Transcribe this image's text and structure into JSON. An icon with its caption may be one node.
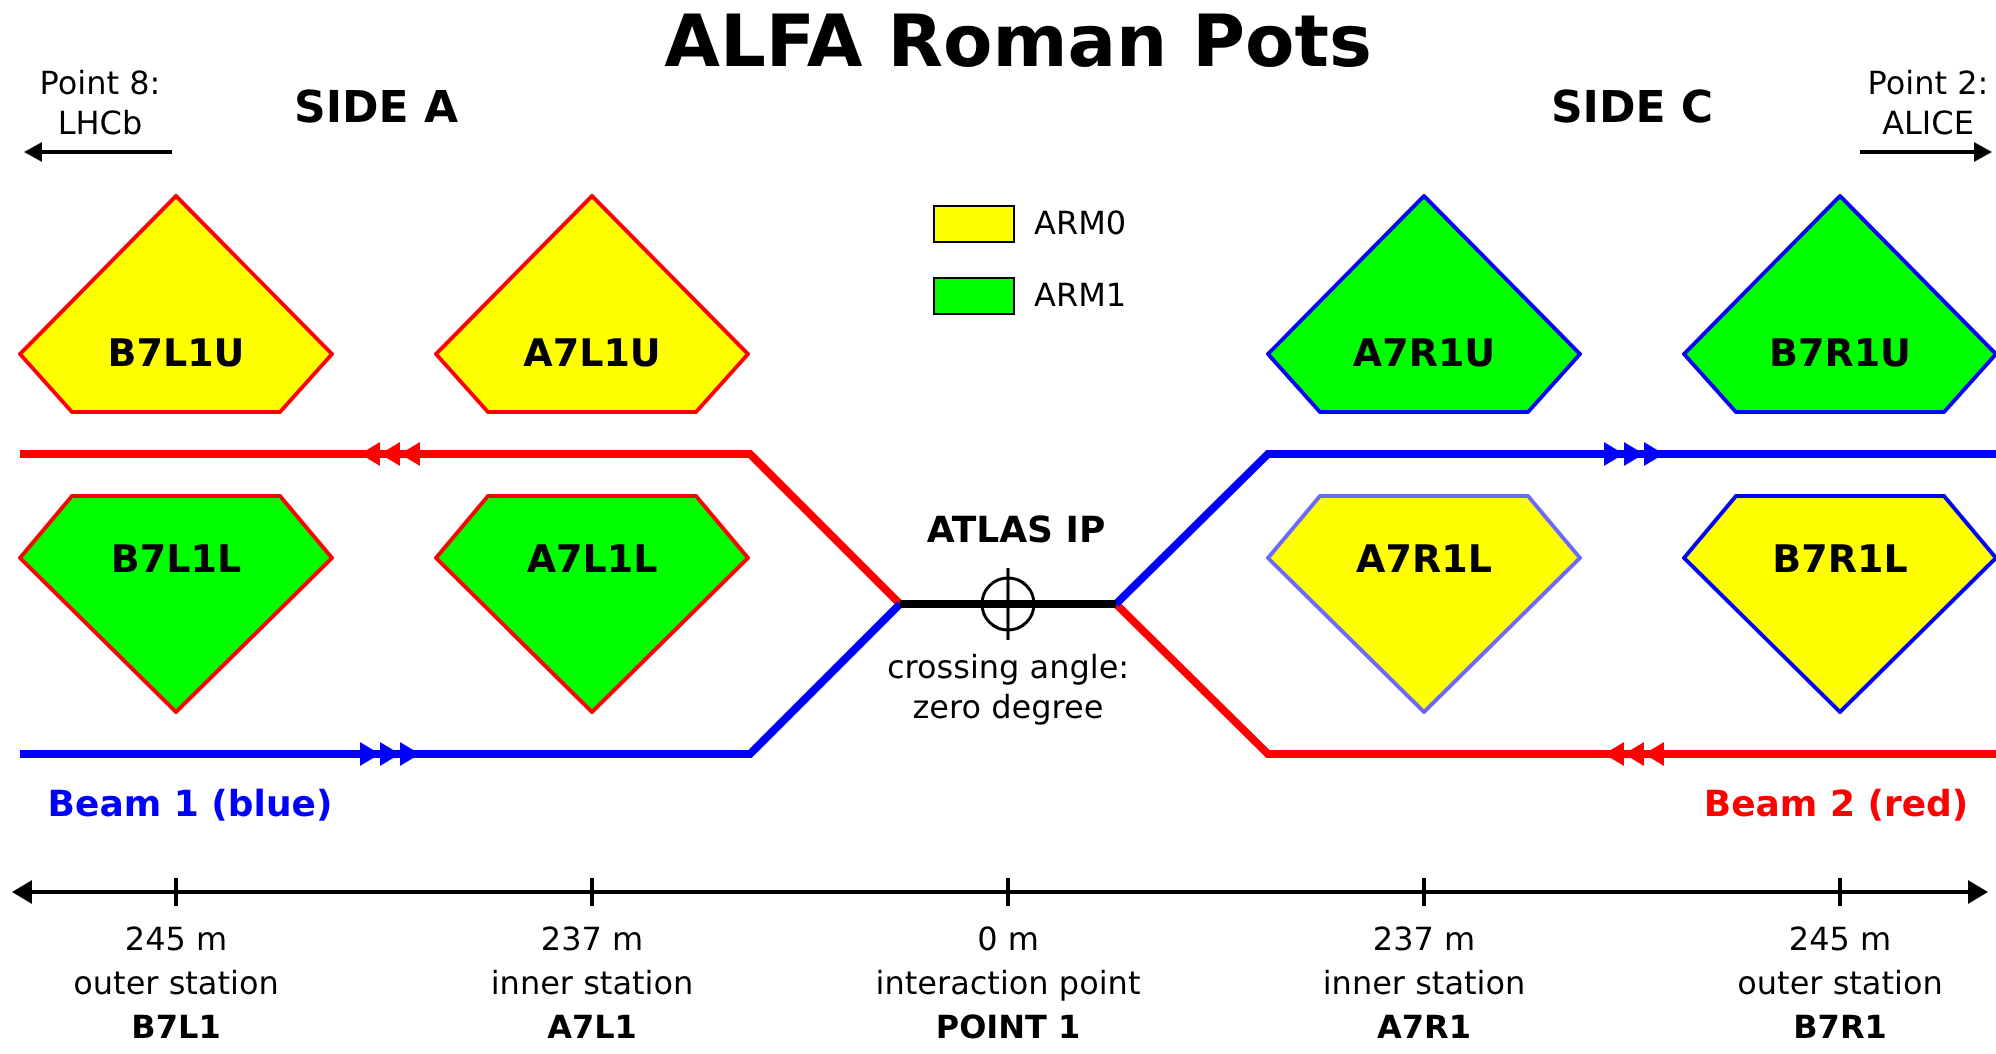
{
  "diagram": {
    "title": "ALFA Roman Pots",
    "nodes": [
      {
        "text": [
          "B7L1U"
        ]
      },
      {
        "text": [
          "A7L1U"
        ]
      },
      {
        "text": [
          "A7R1U"
        ]
      },
      {
        "text": [
          "B7R1U"
        ]
      },
      {
        "text": [
          "B7L1L"
        ]
      },
      {
        "text": [
          "A7L1L"
        ]
      },
      {
        "text": [
          "A7R1L"
        ]
      },
      {
        "text": [
          "B7R1L"
        ]
      }
    ],
    "labels": [
      "Point 8: LHCb",
      "SIDE A",
      "SIDE C",
      "Point 2: ALICE",
      "ATLAS IP",
      "crossing angle: zero degree",
      "Beam 1 (blue)",
      "Beam 2 (red)",
      "245 m",
      "237 m",
      "0 m",
      "237 m",
      "245 m",
      "outer station",
      "inner station",
      "interaction point",
      "inner station",
      "outer station",
      "B7L1",
      "A7L1",
      "POINT 1",
      "A7R1",
      "B7R1"
    ],
    "legend": [
      {
        "text": "ARM0",
        "color": "#ffff00"
      },
      {
        "text": "ARM1",
        "color": "#00ff00"
      }
    ]
  }
}
